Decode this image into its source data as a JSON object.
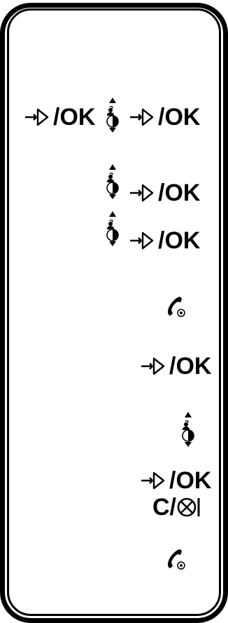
{
  "steps": [
    {
      "ok_a": "/OK",
      "ok_b": "/OK"
    },
    {
      "ok": "/OK"
    },
    {
      "ok": "/OK"
    },
    {
      "icon": "phone-handset-icon"
    },
    {
      "ok": "/OK"
    },
    {
      "icon": "navigation-key-icon"
    },
    {
      "ok": "/OK",
      "clear": "C/"
    },
    {
      "icon": "phone-handset-icon"
    }
  ],
  "icons": {
    "menu_key": "menu-key-arrow-icon",
    "nav_key": "navigation-key-icon",
    "handset": "phone-handset-icon",
    "delete": "delete-key-icon"
  }
}
